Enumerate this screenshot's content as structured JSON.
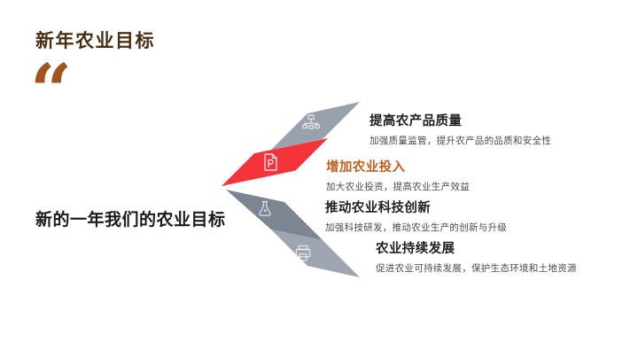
{
  "header": {
    "title": "新年农业目标",
    "title_color": "#4a2e12"
  },
  "quote": {
    "glyph": "“",
    "color": "#a3531d"
  },
  "left": {
    "statement": "新的一年我们的农业目标"
  },
  "diagram": {
    "type": "left-pointing chevron process, 4 slanted segments",
    "segments": [
      {
        "icon": "sitemap-icon",
        "color": "#99a1ad",
        "highlight": false
      },
      {
        "icon": "document-p-icon",
        "color": "#f5333a",
        "highlight": true
      },
      {
        "icon": "flask-icon",
        "color": "#7b8692",
        "highlight": false
      },
      {
        "icon": "printer-icon",
        "color": "#9ca5b1",
        "highlight": false
      }
    ]
  },
  "goals": [
    {
      "title": "提高农产品质量",
      "desc": "加强质量监管，提升农产品的品质和安全性",
      "title_color": "#1f1f1f"
    },
    {
      "title": "增加农业投入",
      "desc": "加大农业投资，提高农业生产效益",
      "title_color": "#bf5e1d"
    },
    {
      "title": "推动农业科技创新",
      "desc": "加强科技研发，推动农业生产的创新与升级",
      "title_color": "#1f1f1f"
    },
    {
      "title": "农业持续发展",
      "desc": "促进农业可持续发展，保护生态环境和土地资源",
      "title_color": "#1f1f1f"
    }
  ]
}
